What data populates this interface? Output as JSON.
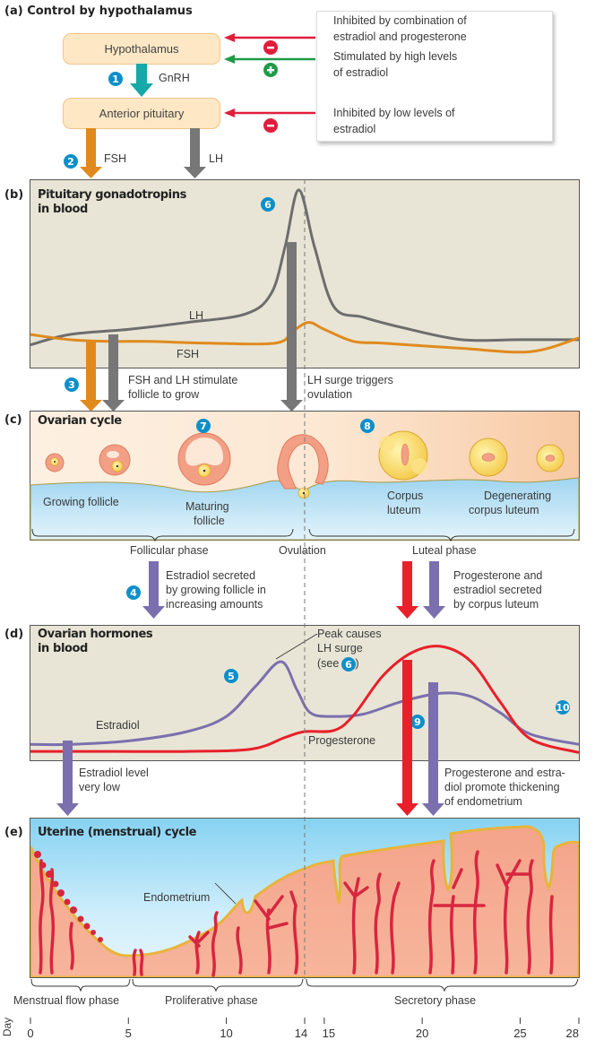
{
  "panels": {
    "a": {
      "letter": "(a)",
      "title": "Control by hypothalamus"
    },
    "b": {
      "letter": "(b)",
      "title_line1": "Pituitary gonadotropins",
      "title_line2": "in blood"
    },
    "c": {
      "letter": "(c)",
      "title": "Ovarian cycle"
    },
    "d": {
      "letter": "(d)",
      "title_line1": "Ovarian hormones",
      "title_line2": "in blood"
    },
    "e": {
      "letter": "(e)",
      "title": "Uterine (menstrual) cycle"
    }
  },
  "control": {
    "hypothalamus": "Hypothalamus",
    "anterior_pituitary": "Anterior pituitary",
    "gnrh": "GnRH",
    "fsh": "FSH",
    "lh": "LH",
    "feedback": [
      {
        "sign": "−",
        "type": "inhibit",
        "line1": "Inhibited by combination of",
        "line2": "estradiol and progesterone"
      },
      {
        "sign": "+",
        "type": "stimulate",
        "line1": "Stimulated by high levels",
        "line2": "of estradiol"
      },
      {
        "sign": "−",
        "type": "inhibit",
        "line1": "Inhibited by low levels of",
        "line2": "estradiol"
      }
    ]
  },
  "steps": [
    "1",
    "2",
    "3",
    "4",
    "5",
    "6",
    "7",
    "8",
    "9",
    "10"
  ],
  "annotations": {
    "fsh_lh_stimulate_1": "FSH and LH stimulate",
    "fsh_lh_stimulate_2": "follicle to grow",
    "lh_surge_1": "LH surge triggers",
    "lh_surge_2": "ovulation",
    "estradiol_secreted_1": "Estradiol secreted",
    "estradiol_secreted_2": "by growing follicle in",
    "estradiol_secreted_3": "increasing amounts",
    "prog_secreted_1": "Progesterone and",
    "prog_secreted_2": "estradiol secreted",
    "prog_secreted_3": "by corpus luteum",
    "peak_1": "Peak causes",
    "peak_2": "LH surge",
    "peak_3a": "(see",
    "peak_3b": ")",
    "estradiol_low_1": "Estradiol level",
    "estradiol_low_2": "very low",
    "thicken_1": "Progesterone and estra-",
    "thicken_2": "diol promote thickening",
    "thicken_3": "of endometrium",
    "endometrium": "Endometrium"
  },
  "ovarian": {
    "growing_follicle": "Growing follicle",
    "maturing_1": "Maturing",
    "maturing_2": "follicle",
    "corpus_1": "Corpus",
    "corpus_2": "luteum",
    "degen_1": "Degenerating",
    "degen_2": "corpus luteum",
    "follicular_phase": "Follicular phase",
    "ovulation": "Ovulation",
    "luteal_phase": "Luteal phase"
  },
  "uterine_phases": [
    "Menstrual flow phase",
    "Proliferative phase",
    "Secretory phase"
  ],
  "day_axis": {
    "label": "Day",
    "ticks": [
      0,
      5,
      10,
      14,
      15,
      20,
      25,
      28
    ]
  },
  "colors": {
    "lh": "#6d6d6d",
    "fsh": "#e08a1e",
    "estradiol": "#7b6fae",
    "progesterone": "#e8202a",
    "step_badge": "#0e8fc9",
    "gnrh": "#17a8a8",
    "inhibit": "#e01e3c",
    "stimulate": "#1f9a48",
    "chart_bg": "#e8e5d6",
    "box_fill": "#fde7c4"
  },
  "chart_data": [
    {
      "type": "line",
      "title": "Pituitary gonadotropins in blood",
      "xlabel": "Day",
      "xlim": [
        0,
        28
      ],
      "ylim": [
        0,
        10
      ],
      "series": [
        {
          "name": "LH",
          "x": [
            0,
            2,
            5,
            8,
            11,
            12.3,
            13,
            13.7,
            14.5,
            15.5,
            17,
            19,
            22,
            25,
            28
          ],
          "y": [
            0.8,
            1.4,
            1.7,
            2.1,
            2.6,
            3.8,
            6.5,
            9.8,
            6.5,
            3.0,
            2.4,
            1.8,
            1.1,
            1.1,
            1.1
          ]
        },
        {
          "name": "FSH",
          "x": [
            0,
            2,
            4,
            6,
            9,
            12.5,
            13.4,
            14.2,
            15,
            16.5,
            18,
            22,
            25.5,
            28
          ],
          "y": [
            1.4,
            1.1,
            1.0,
            1.0,
            0.9,
            0.9,
            1.6,
            2.1,
            1.7,
            1.0,
            0.9,
            0.6,
            0.4,
            1.2
          ]
        }
      ]
    },
    {
      "type": "line",
      "title": "Ovarian hormones in blood",
      "xlabel": "Day",
      "xlim": [
        0,
        28
      ],
      "ylim": [
        0,
        10
      ],
      "series": [
        {
          "name": "Estradiol",
          "x": [
            0,
            2,
            5,
            8,
            10,
            11.5,
            12.8,
            13.6,
            14.3,
            15.5,
            17,
            19,
            21,
            22.5,
            24,
            25.5,
            28
          ],
          "y": [
            0.9,
            0.9,
            1.2,
            2.0,
            3.3,
            5.9,
            8.0,
            5.6,
            3.6,
            3.3,
            3.5,
            4.6,
            5.3,
            5.0,
            3.6,
            1.8,
            0.9
          ]
        },
        {
          "name": "Progesterone",
          "x": [
            0,
            4,
            8,
            11.3,
            13,
            14,
            15.5,
            16.5,
            18,
            19.5,
            21,
            22.5,
            24,
            25.5,
            28
          ],
          "y": [
            0.3,
            0.3,
            0.3,
            0.5,
            1.5,
            2.0,
            2.1,
            3.4,
            6.8,
            8.8,
            9.3,
            8.0,
            4.5,
            1.4,
            0.2
          ]
        }
      ]
    }
  ]
}
